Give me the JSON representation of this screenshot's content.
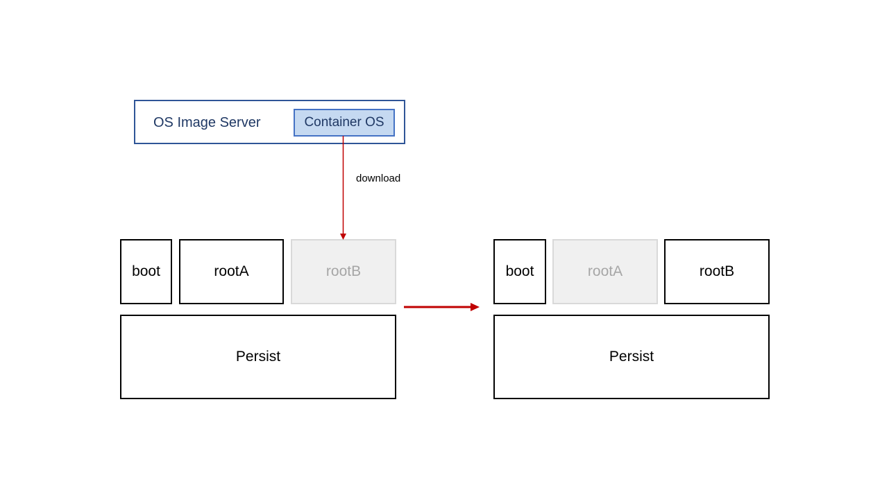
{
  "server": {
    "label": "OS Image Server",
    "image": "Container OS"
  },
  "arrow_label": "download",
  "before": {
    "boot": "boot",
    "rootA": "rootA",
    "rootB": "rootB",
    "persist": "Persist"
  },
  "after": {
    "boot": "boot",
    "rootA": "rootA",
    "rootB": "rootB",
    "persist": "Persist"
  },
  "colors": {
    "arrow": "#c00000",
    "server_border": "#2f5597",
    "image_fill": "#c5d9f1",
    "inactive_fill": "#f0f0f0"
  }
}
